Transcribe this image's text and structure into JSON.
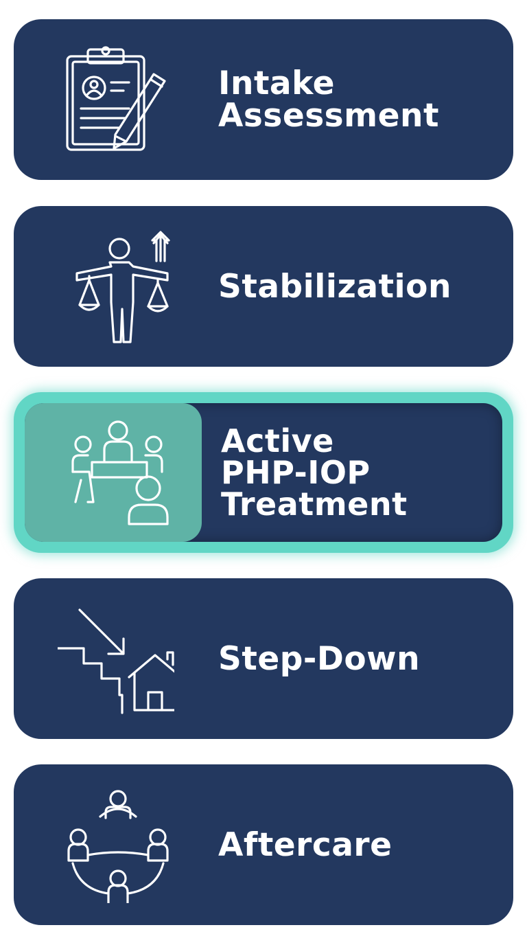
{
  "steps": [
    {
      "label_lines": [
        "Intake",
        "Assessment"
      ],
      "icon": "clipboard-pencil-icon",
      "active": false
    },
    {
      "label_lines": [
        "Stabilization"
      ],
      "icon": "person-balance-scale-icon",
      "active": false
    },
    {
      "label_lines": [
        "Active",
        "PHP-IOP",
        "Treatment"
      ],
      "icon": "group-therapy-icon",
      "active": true
    },
    {
      "label_lines": [
        "Step-Down"
      ],
      "icon": "stairs-down-home-icon",
      "active": false
    },
    {
      "label_lines": [
        "Aftercare"
      ],
      "icon": "community-circle-icon",
      "active": false
    }
  ],
  "colors": {
    "card_bg": "#23385f",
    "active_accent": "#61d6c5",
    "active_icon_bg": "#5fb3a6",
    "text": "#ffffff"
  }
}
